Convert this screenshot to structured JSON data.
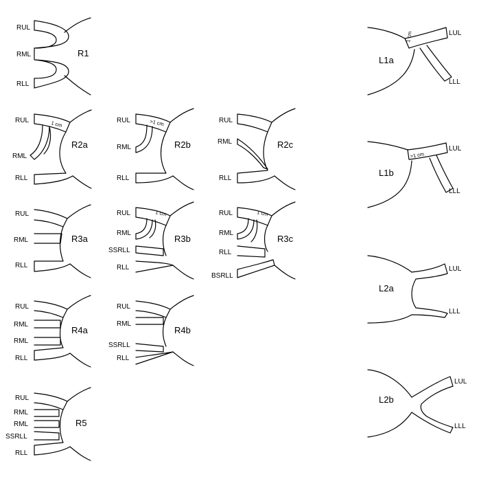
{
  "labels": {
    "rul": "RUL",
    "rml": "RML",
    "rll": "RLL",
    "ssrll": "SSRLL",
    "bsrll": "BSRLL",
    "lul": "LUL",
    "lll": "LLL",
    "one_cm": "1 cm",
    "gt_one_cm": ">1 cm"
  },
  "variants": {
    "r1": "R1",
    "r2a": "R2a",
    "r2b": "R2b",
    "r2c": "R2c",
    "r3a": "R3a",
    "r3b": "R3b",
    "r3c": "R3c",
    "r4a": "R4a",
    "r4b": "R4b",
    "r5": "R5",
    "l1a": "L1a",
    "l1b": "L1b",
    "l2a": "L2a",
    "l2b": "L2b"
  }
}
